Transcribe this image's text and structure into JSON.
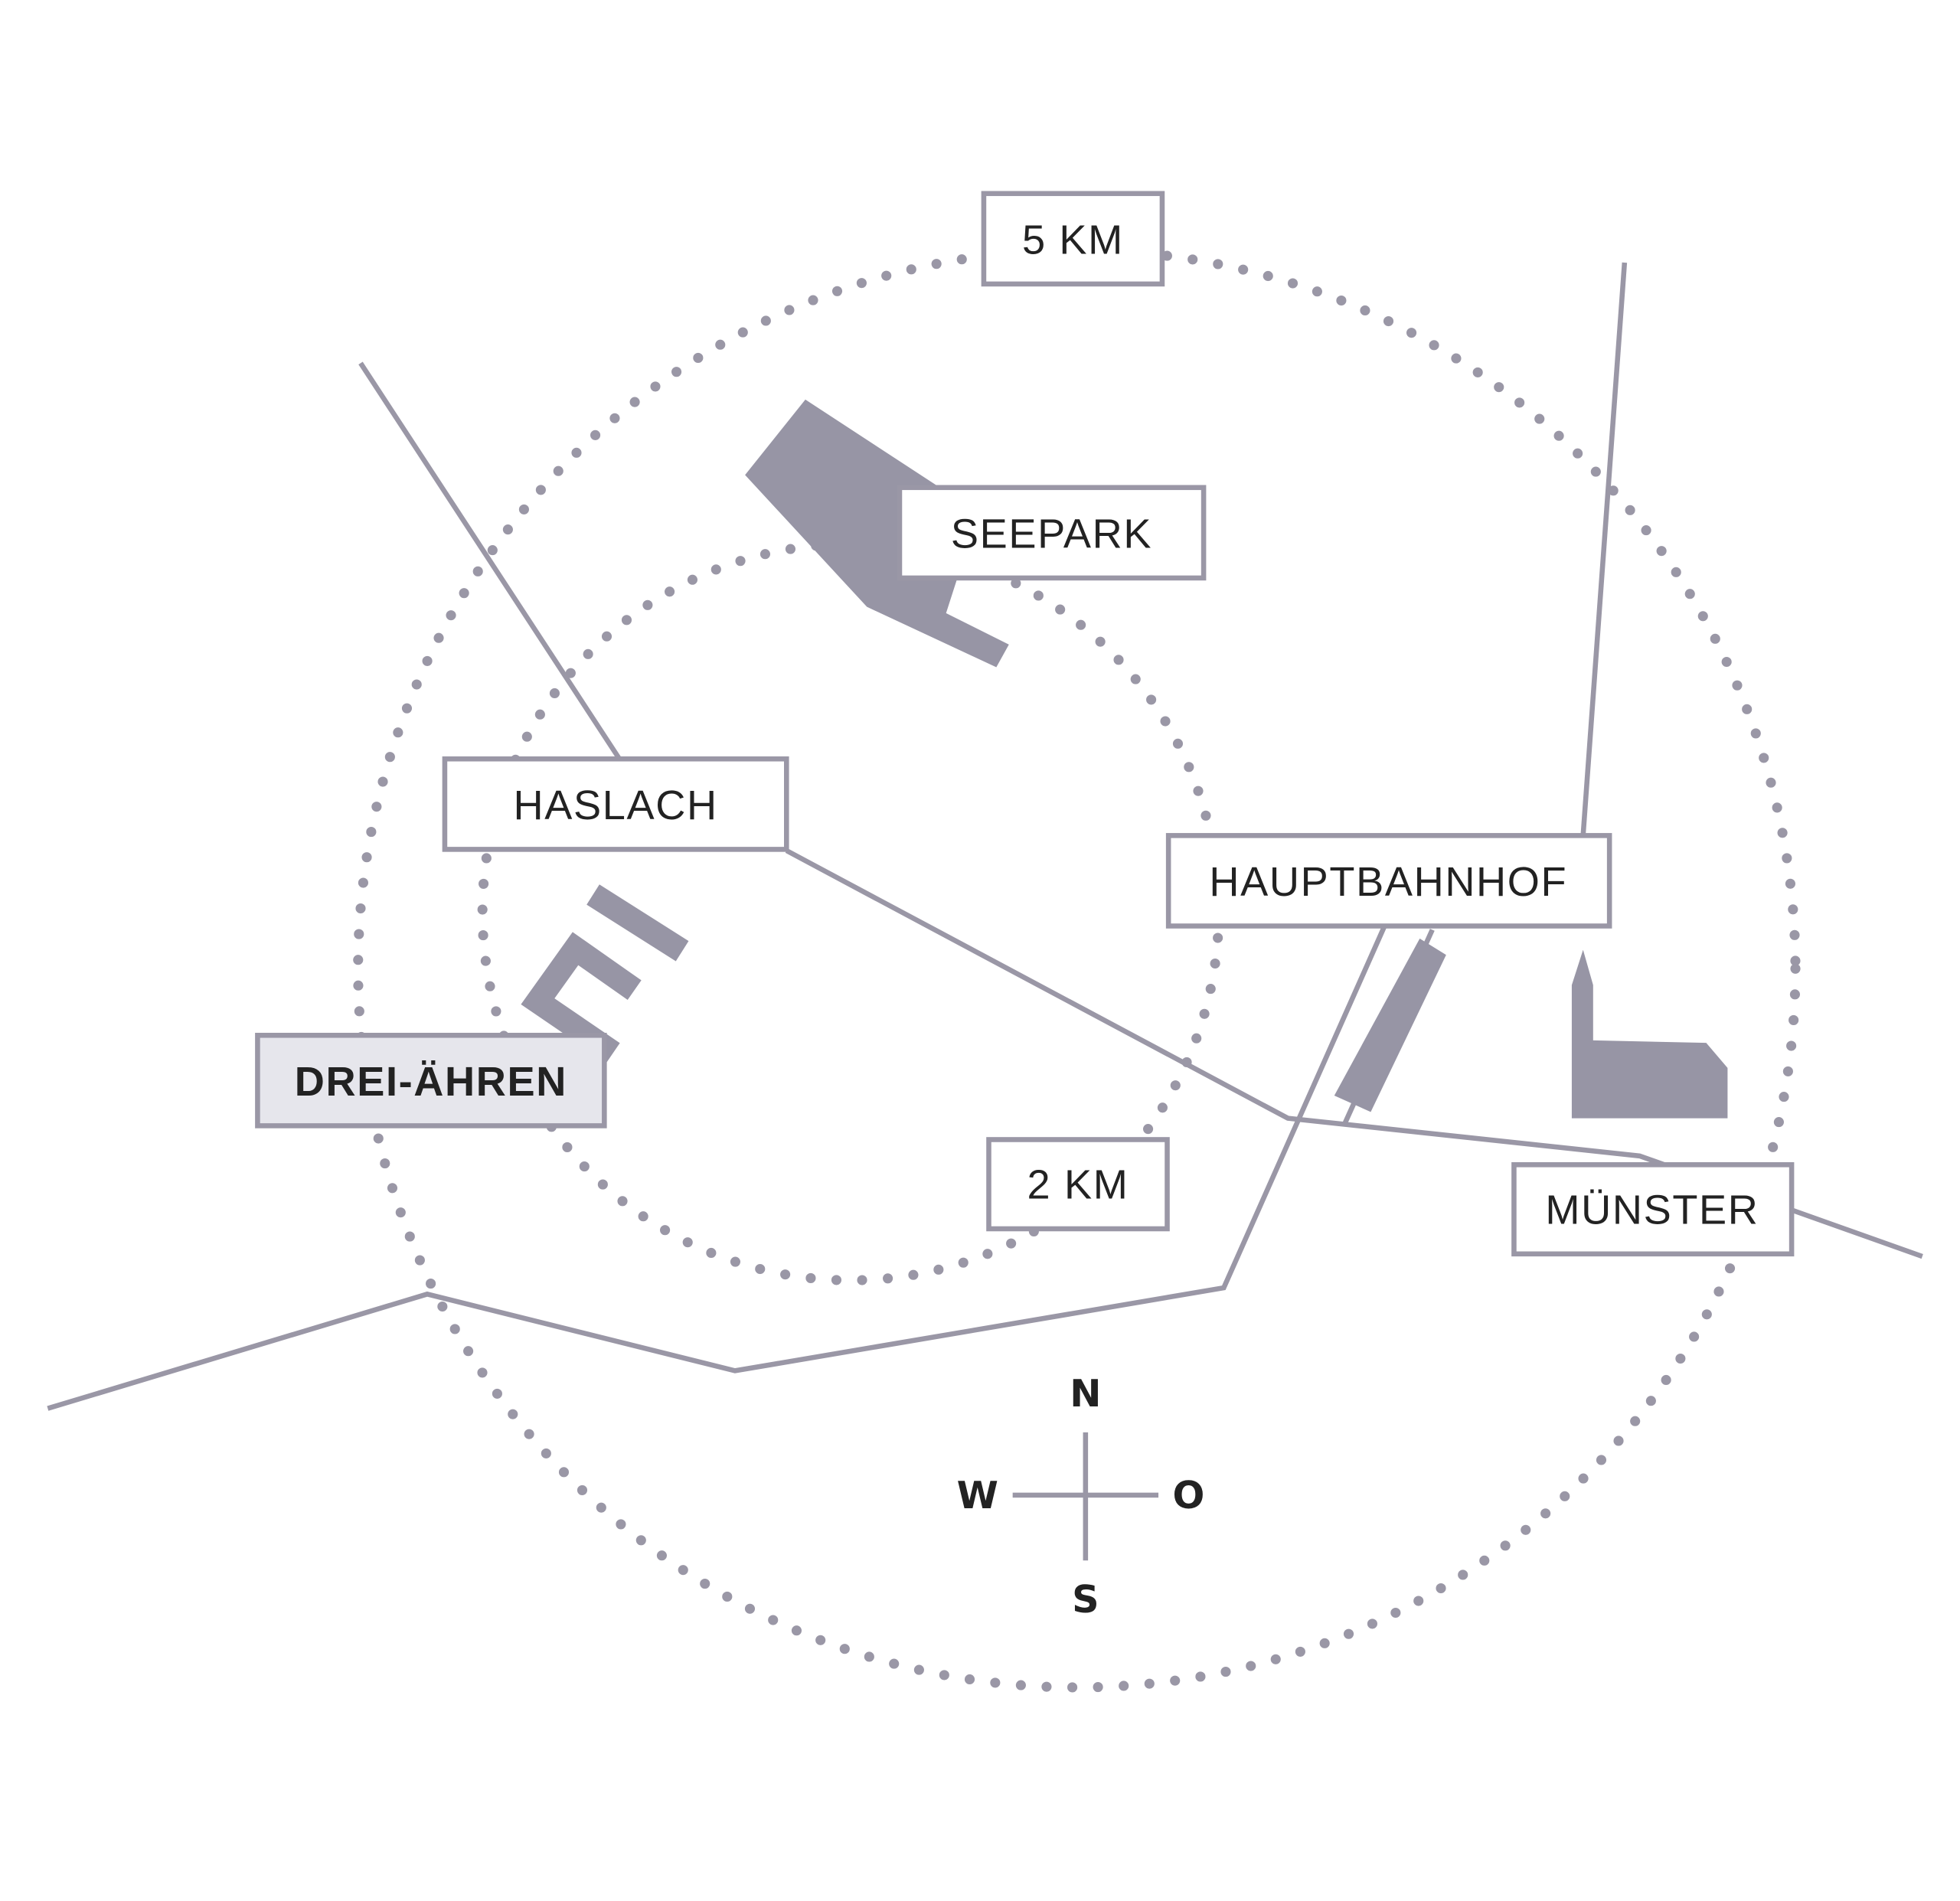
{
  "map": {
    "rings": {
      "outer_label": "5 KM",
      "inner_label": "2 KM"
    },
    "places": {
      "seepark": "SEEPARK",
      "haslach": "HASLACH",
      "hauptbahnhof": "HAUPTBAHNHOF",
      "drei_aehren": "DREI-ÄHREN",
      "muenster": "MÜNSTER"
    },
    "compass": {
      "north": "N",
      "south": "S",
      "west": "W",
      "east": "O"
    },
    "colors": {
      "line": "#9a97a6",
      "fill": "#9795a5",
      "highlight": "#e6e6ec",
      "text": "#222222"
    }
  }
}
